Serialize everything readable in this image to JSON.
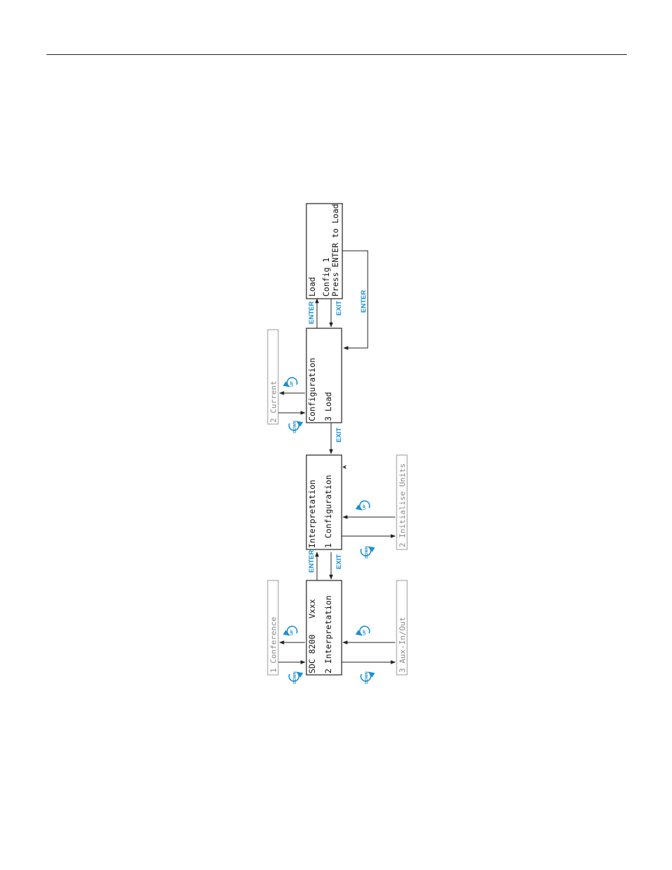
{
  "colors": {
    "accent": "#1a8fd6",
    "line": "#222222",
    "dim": "#8a8a8a"
  },
  "menu": {
    "main": {
      "line1": "SDC 8200",
      "version": "Vxxx",
      "line2": "2 Interpretation"
    },
    "main_prev": "1 Conference",
    "main_next": "3 Aux-In/Out",
    "interpretation": {
      "line1": "Interpretation",
      "line2": "1 Configuration"
    },
    "interp_next": "2 Initialise Units",
    "configuration": {
      "line1": "Configuration",
      "line2": "3 Load"
    },
    "config_prev": "2 Current",
    "load": {
      "line1": "Load",
      "line2": "Config 1",
      "line3": "Press ENTER to Load"
    }
  },
  "keys": {
    "enter": "ENTER",
    "exit": "EXIT",
    "up": "UP",
    "down": "DOWN"
  }
}
